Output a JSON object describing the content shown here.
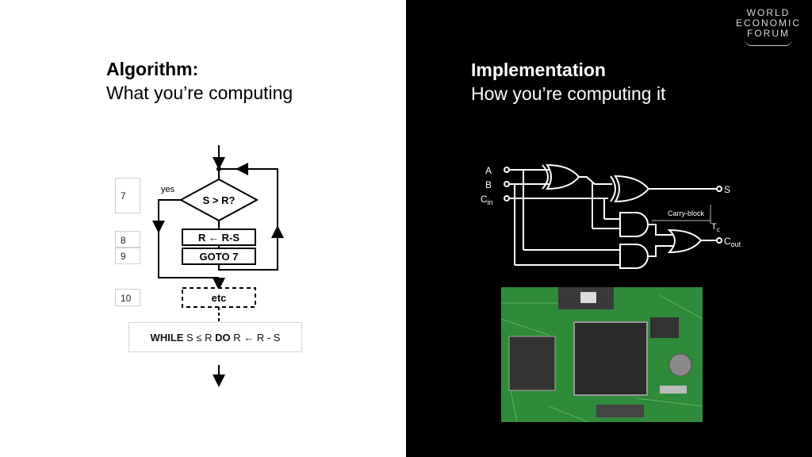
{
  "left": {
    "title": "Algorithm:",
    "subtitle": "What you’re computing",
    "line_numbers": [
      "7",
      "8",
      "9",
      "10"
    ],
    "flow": {
      "yes_label": "yes",
      "decision": "S > R?",
      "step1": "R ← R-S",
      "step2": "GOTO 7",
      "etc": "etc"
    },
    "while_loop": {
      "kw_while": "WHILE",
      "cond": " S ≤ R ",
      "kw_do": "DO",
      "body": " R ← R - S"
    }
  },
  "right": {
    "title": "Implementation",
    "subtitle": "How you’re computing it",
    "circuit": {
      "input_a": "A",
      "input_b": "B",
      "input_cin": "C",
      "input_cin_sub": "in",
      "output_s": "S",
      "output_cout": "C",
      "output_cout_sub": "out",
      "carry_block": "Carry-block",
      "tc": "T",
      "tc_sub": "c"
    }
  },
  "logo": {
    "line1": "WORLD",
    "line2": "ECONOMIC",
    "line3": "FORUM"
  },
  "colors": {
    "left_bg": "#ffffff",
    "right_bg": "#000000",
    "pcb_green": "#2f8a3a",
    "chip_dark": "#2a2a2a"
  }
}
